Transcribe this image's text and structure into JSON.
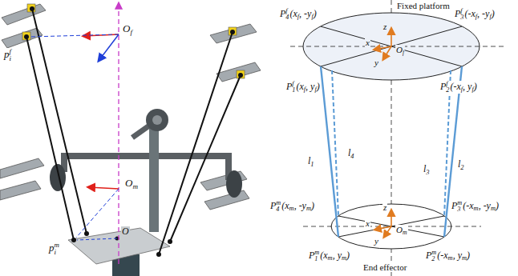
{
  "diagram": {
    "labels": [
      "O",
      "f",
      "p",
      "i",
      "f",
      "O",
      "m",
      "p",
      "i",
      "m",
      "O",
      "Fixed platform",
      "P",
      "4",
      "f",
      "(x",
      "f",
      ", -y",
      "f",
      ")",
      "P",
      "3",
      "f",
      "(-x",
      "f",
      ", -y",
      "f",
      ")",
      "z",
      "x",
      "O",
      "f",
      "y",
      "P",
      "1",
      "f",
      "(x",
      "f",
      ", y",
      "f",
      ")",
      "P",
      "2",
      "f",
      "(-x",
      "f",
      ", y",
      "f",
      ")",
      "l",
      "1",
      "l",
      "4",
      "l",
      "3",
      "l",
      "2",
      "P",
      "4",
      "m",
      "(x",
      "m",
      ", -y",
      "m",
      ")",
      "P",
      "3",
      "m",
      "(-x",
      "m",
      ", -y",
      "m",
      ")",
      "z",
      "x",
      "O",
      "m",
      "y",
      "P",
      "1",
      "m",
      "(x",
      "m",
      ", y",
      "m",
      ")",
      "P",
      "2",
      "m",
      "(-x",
      "m",
      ", y",
      "m",
      ")",
      "End effector"
    ]
  }
}
